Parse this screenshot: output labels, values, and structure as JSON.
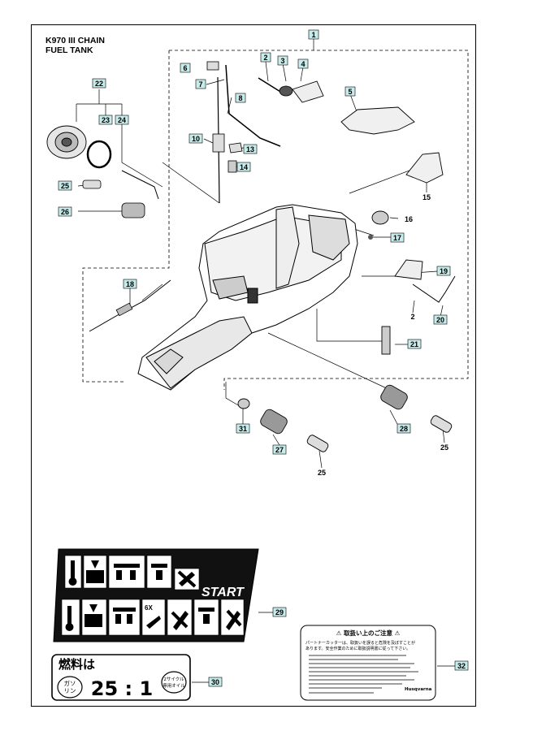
{
  "title": {
    "line1": "K970 III CHAIN",
    "line2": "FUEL TANK"
  },
  "callouts": [
    {
      "id": "c1",
      "label": "1"
    },
    {
      "id": "c2a",
      "label": "2"
    },
    {
      "id": "c3",
      "label": "3"
    },
    {
      "id": "c4",
      "label": "4"
    },
    {
      "id": "c5",
      "label": "5"
    },
    {
      "id": "c6",
      "label": "6"
    },
    {
      "id": "c7",
      "label": "7"
    },
    {
      "id": "c8",
      "label": "8"
    },
    {
      "id": "c10",
      "label": "10"
    },
    {
      "id": "c13",
      "label": "13"
    },
    {
      "id": "c14",
      "label": "14"
    },
    {
      "id": "c15",
      "label": "15"
    },
    {
      "id": "c16",
      "label": "16"
    },
    {
      "id": "c17",
      "label": "17"
    },
    {
      "id": "c18",
      "label": "18"
    },
    {
      "id": "c19",
      "label": "19"
    },
    {
      "id": "c2b",
      "label": "2"
    },
    {
      "id": "c20",
      "label": "20"
    },
    {
      "id": "c21",
      "label": "21"
    },
    {
      "id": "c22",
      "label": "22"
    },
    {
      "id": "c23",
      "label": "23"
    },
    {
      "id": "c24",
      "label": "24"
    },
    {
      "id": "c25a",
      "label": "25"
    },
    {
      "id": "c26",
      "label": "26"
    },
    {
      "id": "c27",
      "label": "27"
    },
    {
      "id": "c25b",
      "label": "25"
    },
    {
      "id": "c28",
      "label": "28"
    },
    {
      "id": "c25c",
      "label": "25"
    },
    {
      "id": "c29",
      "label": "29"
    },
    {
      "id": "c30",
      "label": "30"
    },
    {
      "id": "c31",
      "label": "31"
    },
    {
      "id": "c32",
      "label": "32"
    }
  ],
  "decal_start": {
    "start_text": "START",
    "count_text": "6X"
  },
  "decal_fuel": {
    "title": "燃料は",
    "left_badge": "ガソ\nリン",
    "left_badge_l1": "ガソ",
    "left_badge_l2": "リン",
    "ratio": "25 : 1",
    "right_badge_l1": "2サイクル",
    "right_badge_l2": "専用オイル"
  },
  "decal_warning": {
    "heading": "⚠ 取扱い上のご注意 ⚠",
    "intro_l1": "パートナーカッターは、取扱いを誤ると危険を及ぼすことが",
    "intro_l2": "あります。安全作業のために取扱説明書に従って下さい。",
    "brand": "Husqvarna"
  }
}
